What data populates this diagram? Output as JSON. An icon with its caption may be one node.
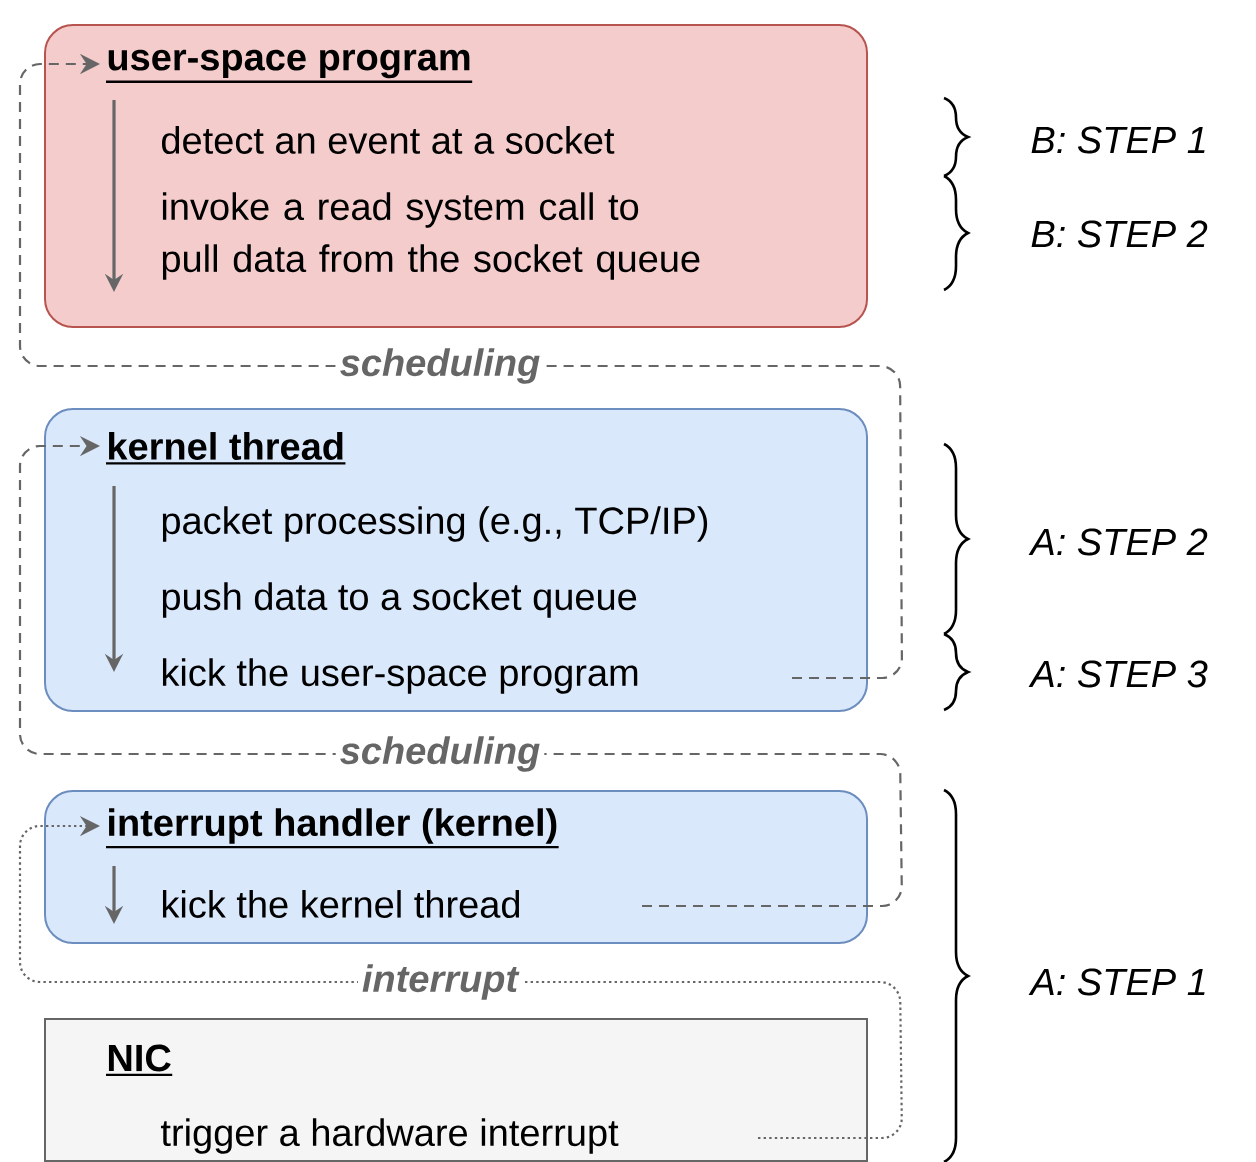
{
  "diagram": {
    "nodes": [
      {
        "text": [
          "user-space program",
          "detect an event at a socket",
          "invoke a read system call to pull data from the socket queue"
        ]
      },
      {
        "text": [
          "kernel thread",
          "packet processing (e.g., TCP/IP)",
          "push data to a socket queue",
          "kick the user-space program"
        ]
      },
      {
        "text": [
          "interrupt handler (kernel)",
          "kick the kernel thread"
        ]
      },
      {
        "text": [
          "NIC",
          "trigger a hardware interrupt"
        ]
      }
    ],
    "edges": [
      {
        "from": 1,
        "to": 0,
        "arrow": "to",
        "label": "scheduling",
        "style": "dashed"
      },
      {
        "from": 2,
        "to": 1,
        "arrow": "to",
        "label": "scheduling",
        "style": "dashed"
      },
      {
        "from": 3,
        "to": 2,
        "arrow": "to",
        "label": "interrupt"
      }
    ],
    "labels": [
      "B: STEP 1",
      "B: STEP 2",
      "A: STEP 2",
      "A: STEP 3",
      "A: STEP 1"
    ]
  }
}
